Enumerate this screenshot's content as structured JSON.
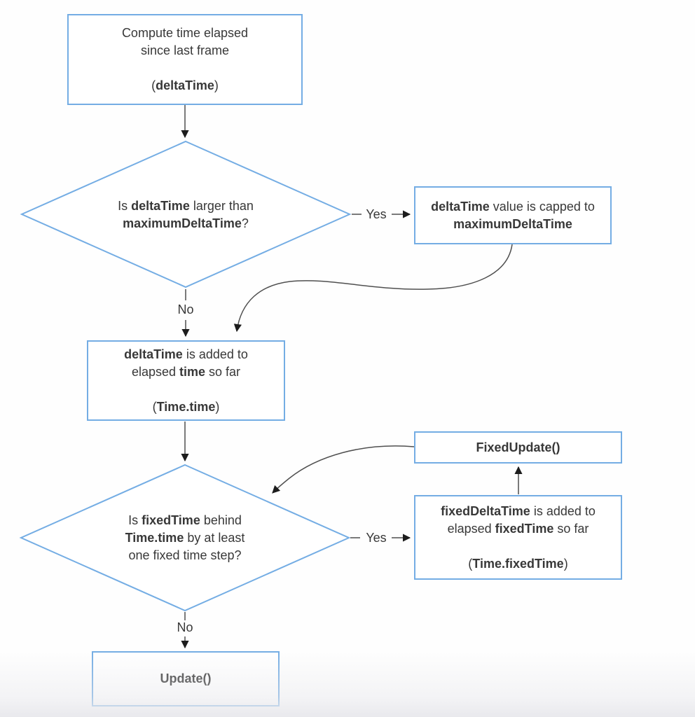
{
  "colors": {
    "node_border": "#74ade4",
    "node_fill": "#ffffff",
    "text": "#383838",
    "connector": "#4f4f4f",
    "arrowhead": "#1c1c1c",
    "canvas_bg": "#fefefe"
  },
  "edge_labels": {
    "yes_cap": "Yes",
    "no_cap": "No",
    "yes_fixed": "Yes",
    "no_fixed": "No"
  },
  "nodes": {
    "compute_delta": {
      "type": "process",
      "rich": [
        [
          {
            "t": "Compute time elapsed"
          }
        ],
        [
          {
            "t": "since last frame"
          }
        ],
        [
          {
            "t": ""
          }
        ],
        [
          {
            "t": "("
          },
          {
            "t": "deltaTime",
            "b": 1
          },
          {
            "t": ")"
          }
        ]
      ]
    },
    "check_max_delta": {
      "type": "decision",
      "rich": [
        [
          {
            "t": "Is "
          },
          {
            "t": "deltaTime",
            "b": 1
          },
          {
            "t": " larger than"
          }
        ],
        [
          {
            "t": "maximumDeltaTime",
            "b": 1
          },
          {
            "t": "?"
          }
        ]
      ]
    },
    "cap_delta": {
      "type": "process",
      "rich": [
        [
          {
            "t": "deltaTime",
            "b": 1
          },
          {
            "t": " value is capped to"
          }
        ],
        [
          {
            "t": "maximumDeltaTime",
            "b": 1
          }
        ]
      ]
    },
    "add_time": {
      "type": "process",
      "rich": [
        [
          {
            "t": "deltaTime",
            "b": 1
          },
          {
            "t": " is added to"
          }
        ],
        [
          {
            "t": "elapsed "
          },
          {
            "t": "time",
            "b": 1
          },
          {
            "t": " so far"
          }
        ],
        [
          {
            "t": ""
          }
        ],
        [
          {
            "t": "("
          },
          {
            "t": "Time.time",
            "b": 1
          },
          {
            "t": ")"
          }
        ]
      ]
    },
    "check_fixed": {
      "type": "decision",
      "rich": [
        [
          {
            "t": "Is "
          },
          {
            "t": "fixedTime",
            "b": 1
          },
          {
            "t": " behind"
          }
        ],
        [
          {
            "t": "Time.time",
            "b": 1
          },
          {
            "t": " by at least"
          }
        ],
        [
          {
            "t": "one fixed time step?"
          }
        ]
      ]
    },
    "fixed_update": {
      "type": "process",
      "rich": [
        [
          {
            "t": "FixedUpdate()",
            "b": 1
          }
        ]
      ]
    },
    "add_fixed_time": {
      "type": "process",
      "rich": [
        [
          {
            "t": "fixedDeltaTime",
            "b": 1
          },
          {
            "t": " is added to"
          }
        ],
        [
          {
            "t": "elapsed "
          },
          {
            "t": "fixedTime",
            "b": 1
          },
          {
            "t": " so far"
          }
        ],
        [
          {
            "t": ""
          }
        ],
        [
          {
            "t": "("
          },
          {
            "t": "Time.fixedTime",
            "b": 1
          },
          {
            "t": ")"
          }
        ]
      ]
    },
    "update": {
      "type": "process",
      "rich": [
        [
          {
            "t": "Update()",
            "b": 1
          }
        ]
      ]
    }
  }
}
